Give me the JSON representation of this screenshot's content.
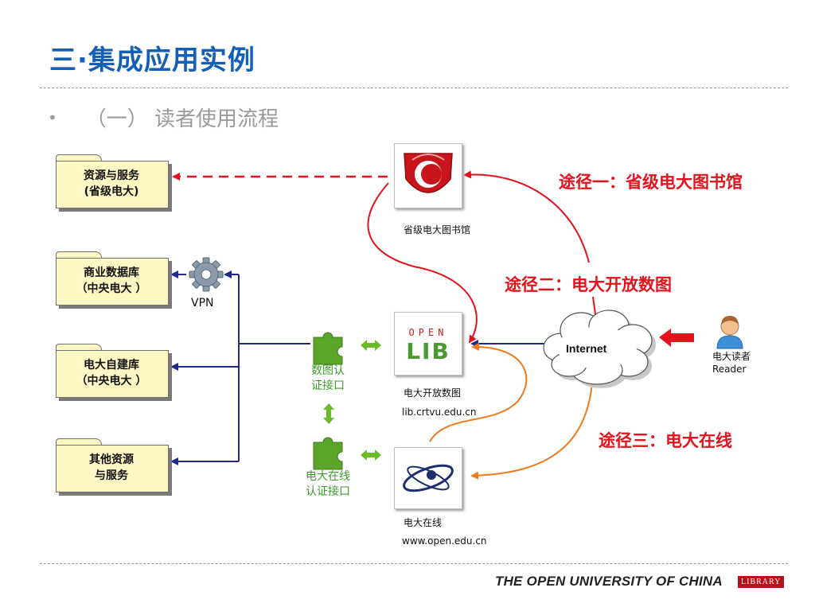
{
  "title": "三·集成应用实例",
  "bullet": {
    "dot": "•",
    "text": "（一）  读者使用流程"
  },
  "folders": [
    {
      "line1": "资源与服务",
      "line2": "(省级电大)"
    },
    {
      "line1": "商业数据库",
      "line2": "（中央电大 ）"
    },
    {
      "line1": "电大自建库",
      "line2": "（中央电大 ）"
    },
    {
      "line1": "其他资源",
      "line2": "与服务"
    }
  ],
  "vpn": "VPN",
  "sites": {
    "provincial": {
      "name": "省级电大图书馆"
    },
    "openlib": {
      "name": "电大开放数图",
      "url": "lib.crtvu.edu.cn",
      "logo_top": "OPEN",
      "logo_bottom": "LIB"
    },
    "online": {
      "name": "电大在线",
      "url": "www.open.edu.cn"
    }
  },
  "interfaces": {
    "digital": {
      "line1": "数图认",
      "line2": "证接口"
    },
    "online": {
      "line1": "电大在线",
      "line2": "认证接口"
    }
  },
  "internet": "Internet",
  "reader": {
    "line1": "电大读者",
    "line2": "Reader"
  },
  "routes": {
    "one": "途径一：省级电大图书馆",
    "two": "途径二：电大开放数图",
    "three": "途径三：电大在线"
  },
  "footer": {
    "text": "THE OPEN UNIVERSITY OF CHINA",
    "tag": "LIBRARY"
  },
  "colors": {
    "title": "#1560b6",
    "route": "#e4121d",
    "navy": "#1f2a8a",
    "orange": "#f07a1d",
    "green": "#6cba2a",
    "folder": "#fff7c4"
  },
  "icons": [
    "gear-icon",
    "puzzle-icon",
    "double-arrow-icon",
    "cloud-icon",
    "person-icon",
    "red-arrow-icon"
  ]
}
